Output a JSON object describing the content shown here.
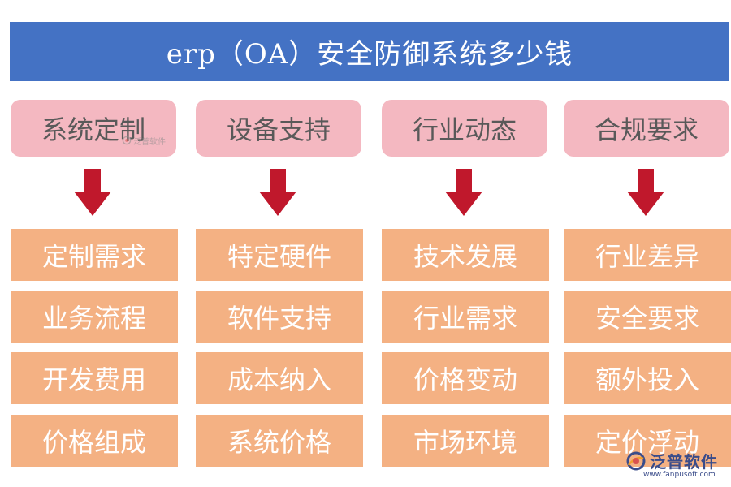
{
  "title": "erp（OA）安全防御系统多少钱",
  "colors": {
    "title_bar": "#4472c4",
    "header_box": "#f4b8c1",
    "header_text": "#595959",
    "item_box": "#f4b183",
    "item_text": "#ffffff",
    "arrow": "#c0182c",
    "watermark": "#3a4c8a"
  },
  "columns": [
    {
      "header": "系统定制",
      "items": [
        "定制需求",
        "业务流程",
        "开发费用",
        "价格组成"
      ]
    },
    {
      "header": "设备支持",
      "items": [
        "特定硬件",
        "软件支持",
        "成本纳入",
        "系统价格"
      ]
    },
    {
      "header": "行业动态",
      "items": [
        "技术发展",
        "行业需求",
        "价格变动",
        "市场环境"
      ]
    },
    {
      "header": "合规要求",
      "items": [
        "行业差异",
        "安全要求",
        "额外投入",
        "定价浮动"
      ]
    }
  ],
  "watermark": {
    "brand": "泛普软件",
    "url": "www.fanpusoft.com",
    "small_brand": "泛普软件"
  }
}
